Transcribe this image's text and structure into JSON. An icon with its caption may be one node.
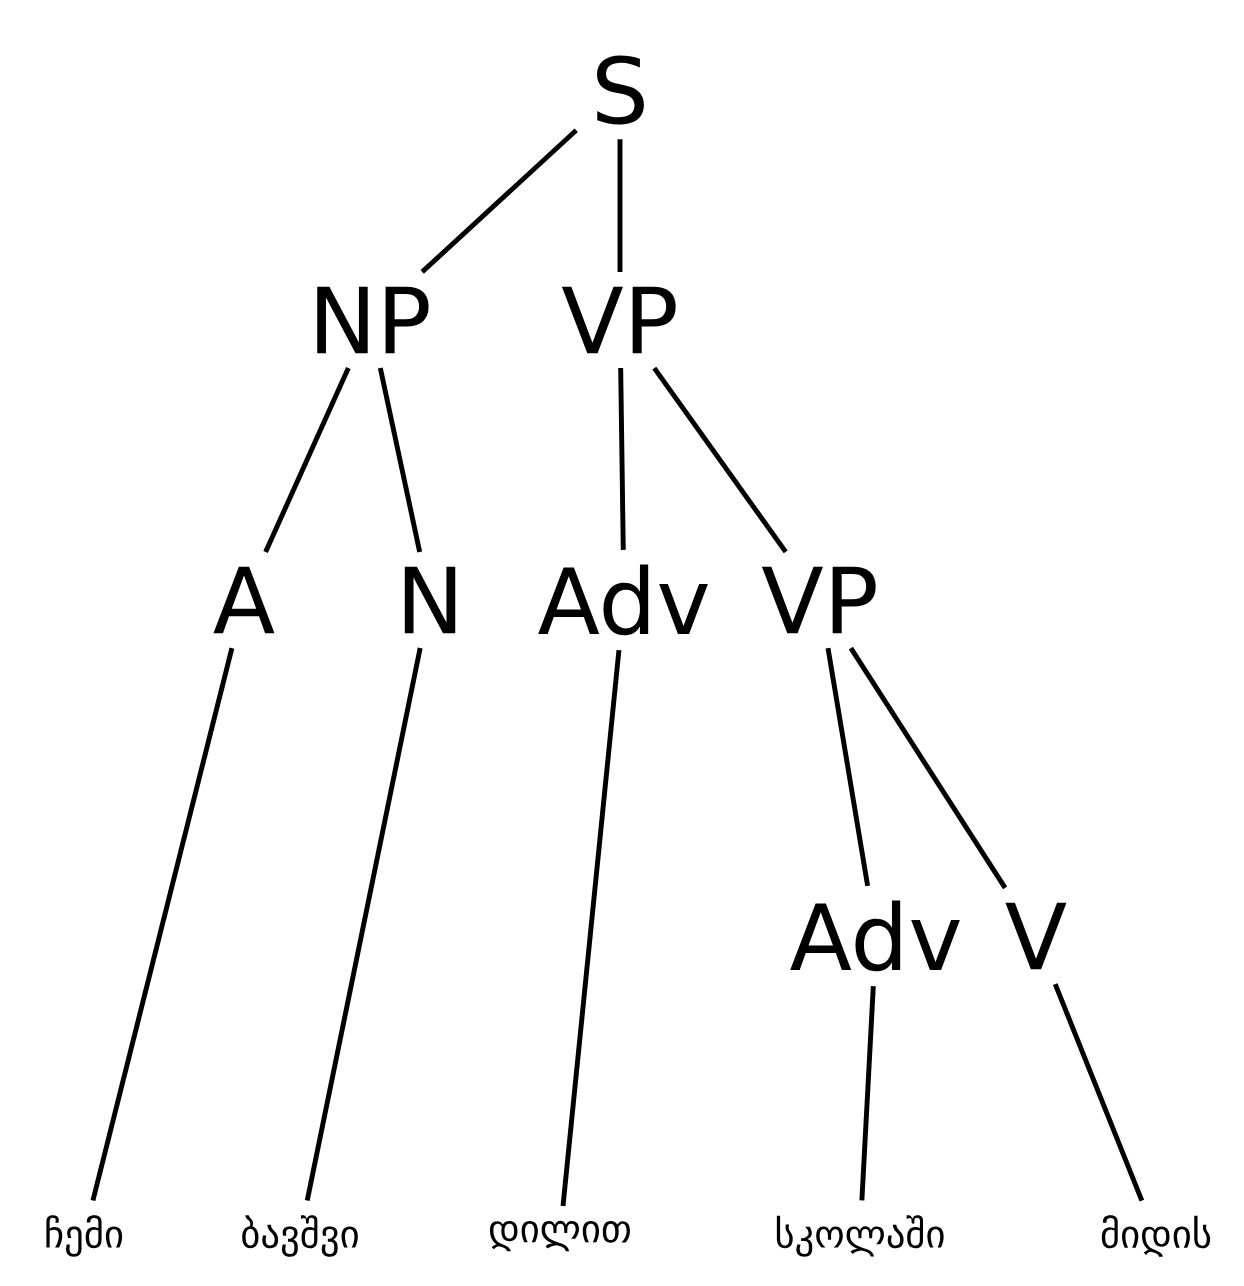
{
  "diagram": {
    "nodes": [
      {
        "text": [
          "S"
        ]
      },
      {
        "text": [
          "NP"
        ]
      },
      {
        "text": [
          "VP"
        ]
      },
      {
        "text": [
          "A"
        ]
      },
      {
        "text": [
          "N"
        ]
      },
      {
        "text": [
          "Adv"
        ]
      },
      {
        "text": [
          "VP"
        ]
      },
      {
        "text": [
          "Adv"
        ]
      },
      {
        "text": [
          "V"
        ]
      },
      {
        "text": [
          "ჩემი"
        ]
      },
      {
        "text": [
          "ბავშვი"
        ]
      },
      {
        "text": [
          "დილით"
        ]
      },
      {
        "text": [
          "სკოლაში"
        ]
      },
      {
        "text": [
          "მიდის"
        ]
      }
    ],
    "edges": [
      {
        "from": 0,
        "to": 1,
        "arrow": "none"
      },
      {
        "from": 0,
        "to": 2,
        "arrow": "none"
      },
      {
        "from": 1,
        "to": 3,
        "arrow": "none"
      },
      {
        "from": 1,
        "to": 4,
        "arrow": "none"
      },
      {
        "from": 2,
        "to": 5,
        "arrow": "none"
      },
      {
        "from": 2,
        "to": 6,
        "arrow": "none"
      },
      {
        "from": 6,
        "to": 7,
        "arrow": "none"
      },
      {
        "from": 6,
        "to": 8,
        "arrow": "none"
      },
      {
        "from": 3,
        "to": 9,
        "arrow": "none"
      },
      {
        "from": 4,
        "to": 10,
        "arrow": "none"
      },
      {
        "from": 5,
        "to": 11,
        "arrow": "none"
      },
      {
        "from": 7,
        "to": 12,
        "arrow": "none"
      },
      {
        "from": 8,
        "to": 13,
        "arrow": "none"
      }
    ]
  }
}
